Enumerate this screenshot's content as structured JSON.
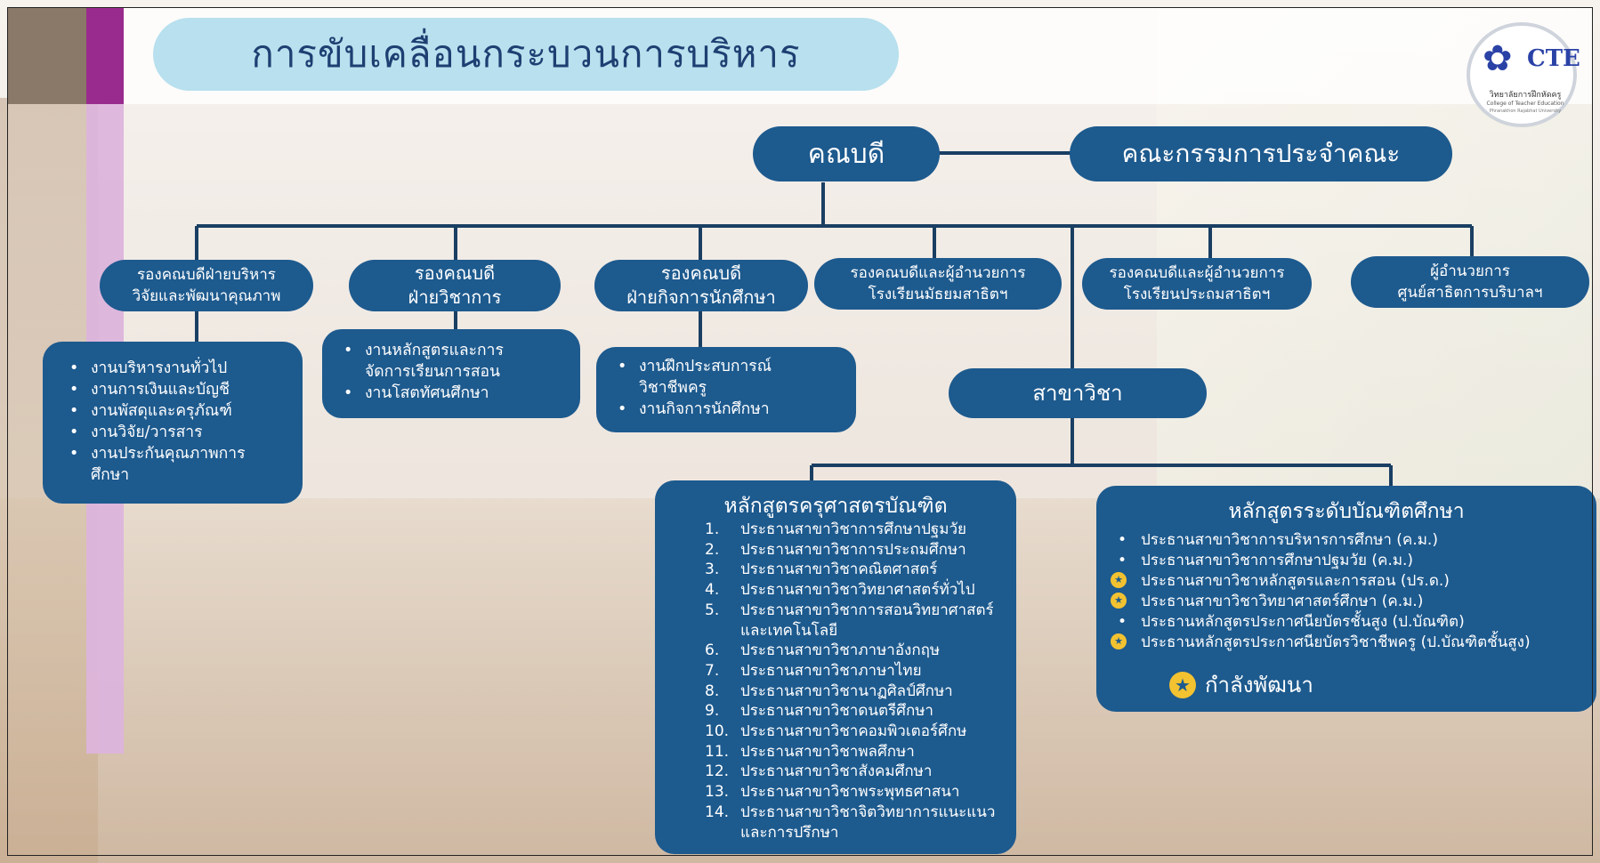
{
  "title": "การขับเคลื่อนกระบวนการบริหาร",
  "logo": {
    "wordmark": "CTE",
    "name_th": "วิทยาลัยการฝึกหัดครู",
    "name_en": "College of Teacher Education",
    "university": "Phranakhon Rajabhat University"
  },
  "top": {
    "dean": "คณบดี",
    "committee": "คณะกรรมการประจำคณะ"
  },
  "deputies": [
    {
      "line1": "รองคณบดีฝ่ายบริหาร",
      "line2": "วิจัยและพัฒนาคุณภาพ"
    },
    {
      "line1": "รองคณบดี",
      "line2": "ฝ่ายวิชาการ"
    },
    {
      "line1": "รองคณบดี",
      "line2": "ฝ่ายกิจการนักศึกษา"
    },
    {
      "line1": "รองคณบดีและผู้อำนวยการ",
      "line2": "โรงเรียนมัธยมสาธิตฯ"
    },
    {
      "line1": "รองคณบดีและผู้อำนวยการ",
      "line2": "โรงเรียนประถมสาธิตฯ"
    },
    {
      "line1": "ผู้อำนวยการ",
      "line2": "ศูนย์สาธิตการบริบาลฯ"
    }
  ],
  "tasks_admin": [
    "งานบริหารงานทั่วไป",
    "งานการเงินและบัญชี",
    "งานพัสดุและครุภัณฑ์",
    "งานวิจัย/วารสาร",
    "งานประกันคุณภาพการศึกษา"
  ],
  "tasks_academic": [
    "งานหลักสูตรและการจัดการเรียนการสอน",
    "งานโสตทัศนศึกษา"
  ],
  "tasks_student": [
    "งานฝึกประสบการณ์วิชาชีพครู",
    "งานกิจการนักศึกษา"
  ],
  "department": "สาขาวิชา",
  "bachelor": {
    "heading": "หลักสูตรครุศาสตรบัณฑิต",
    "items": [
      {
        "n": "1.",
        "text": "ประธานสาขาวิชาการศึกษาปฐมวัย"
      },
      {
        "n": "2.",
        "text": "ประธานสาขาวิชาการประถมศึกษา"
      },
      {
        "n": "3.",
        "text": "ประธานสาขาวิชาคณิตศาสตร์"
      },
      {
        "n": "4.",
        "text": "ประธานสาขาวิชาวิทยาศาสตร์ทั่วไป"
      },
      {
        "n": "5.",
        "text": "ประธานสาขาวิชาการสอนวิทยาศาสตร์และเทคโนโลยี"
      },
      {
        "n": "6.",
        "text": "ประธานสาขาวิชาภาษาอังกฤษ"
      },
      {
        "n": "7.",
        "text": "ประธานสาขาวิชาภาษาไทย"
      },
      {
        "n": "8.",
        "text": "ประธานสาขาวิชานาฏศิลป์ศึกษา"
      },
      {
        "n": "9.",
        "text": "ประธานสาขาวิชาดนตรีศึกษา"
      },
      {
        "n": "10.",
        "text": "ประธานสาขาวิชาคอมพิวเตอร์ศึกษ"
      },
      {
        "n": "11.",
        "text": "ประธานสาขาวิชาพลศึกษา"
      },
      {
        "n": "12.",
        "text": "ประธานสาขาวิชาสังคมศึกษา"
      },
      {
        "n": "13.",
        "text": "ประธานสาขาวิชาพระพุทธศาสนา"
      },
      {
        "n": "14.",
        "text": "ประธานสาขาวิชาจิตวิทยาการแนะแนวและการปรึกษา"
      }
    ]
  },
  "graduate": {
    "heading": "หลักสูตรระดับบัณฑิตศึกษา",
    "items": [
      {
        "text": "ประธานสาขาวิชาการบริหารการศึกษา (ค.ม.)",
        "star": false
      },
      {
        "text": "ประธานสาขาวิชาการศึกษาปฐมวัย (ค.ม.)",
        "star": false
      },
      {
        "text": "ประธานสาขาวิชาหลักสูตรและการสอน (ปร.ด.)",
        "star": true
      },
      {
        "text": "ประธานสาขาวิชาวิทยาศาสตร์ศึกษา (ค.ม.)",
        "star": true
      },
      {
        "text": "ประธานหลักสูตรประกาศนียบัตรชั้นสูง (ป.บัณฑิต)",
        "star": false
      },
      {
        "text": "ประธานหลักสูตรประกาศนียบัตรวิชาชีพครู (ป.บัณฑิตชั้นสูง)",
        "star": true
      }
    ],
    "legend": "กำลังพัฒนา"
  },
  "colors": {
    "node": "#1d5a8e",
    "line": "#1a3f63",
    "title_pill": "#b8e0ee",
    "accent_purple": "#9a2b8e",
    "star": "#f2c231"
  }
}
